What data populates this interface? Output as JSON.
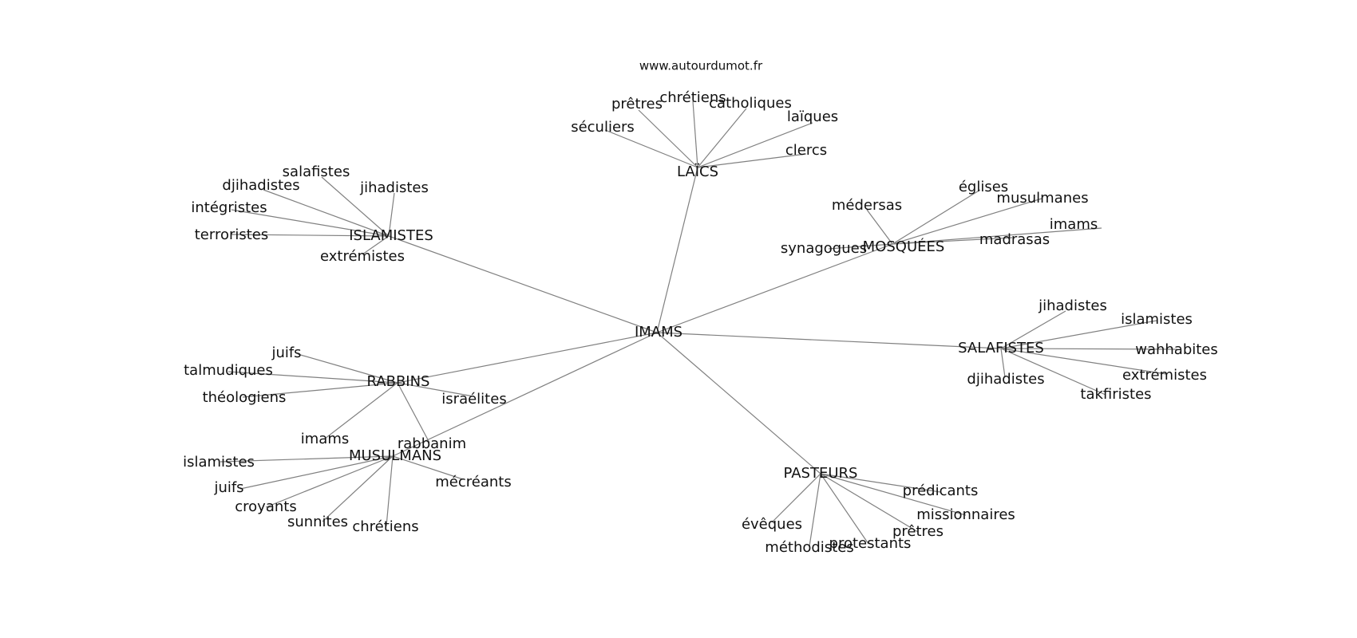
{
  "source": "www.autourdumot.fr",
  "center": "IMAMS",
  "colors": {
    "edge": "#808080",
    "text": "#111111",
    "background": "#ffffff"
  },
  "clusters": [
    {
      "id": "laics",
      "label": "LAÏCS",
      "leaves": [
        "séculiers",
        "prêtres",
        "chrétiens",
        "catholiques",
        "laïques",
        "clercs"
      ]
    },
    {
      "id": "islamistes",
      "label": "ISLAMISTES",
      "leaves": [
        "salafistes",
        "djihadistes",
        "jihadistes",
        "intégristes",
        "terroristes",
        "extrémistes"
      ]
    },
    {
      "id": "mosquees",
      "label": "MOSQUÉES",
      "leaves": [
        "médersas",
        "églises",
        "musulmanes",
        "imams",
        "synagogues",
        "madrasas"
      ]
    },
    {
      "id": "salafistes",
      "label": "SALAFISTES",
      "leaves": [
        "jihadistes",
        "islamistes",
        "wahhabites",
        "extrémistes",
        "djihadistes",
        "takfiristes"
      ]
    },
    {
      "id": "rabbins",
      "label": "RABBINS",
      "leaves": [
        "juifs",
        "talmudiques",
        "théologiens",
        "israélites",
        "imams",
        "rabbanim"
      ]
    },
    {
      "id": "musulmans",
      "label": "MUSULMANS",
      "leaves": [
        "islamistes",
        "juifs",
        "croyants",
        "sunnites",
        "chrétiens",
        "mécréants"
      ]
    },
    {
      "id": "pasteurs",
      "label": "PASTEURS",
      "leaves": [
        "prédicants",
        "missionnaires",
        "prêtres",
        "protestants",
        "méthodistes",
        "évêques"
      ]
    }
  ]
}
